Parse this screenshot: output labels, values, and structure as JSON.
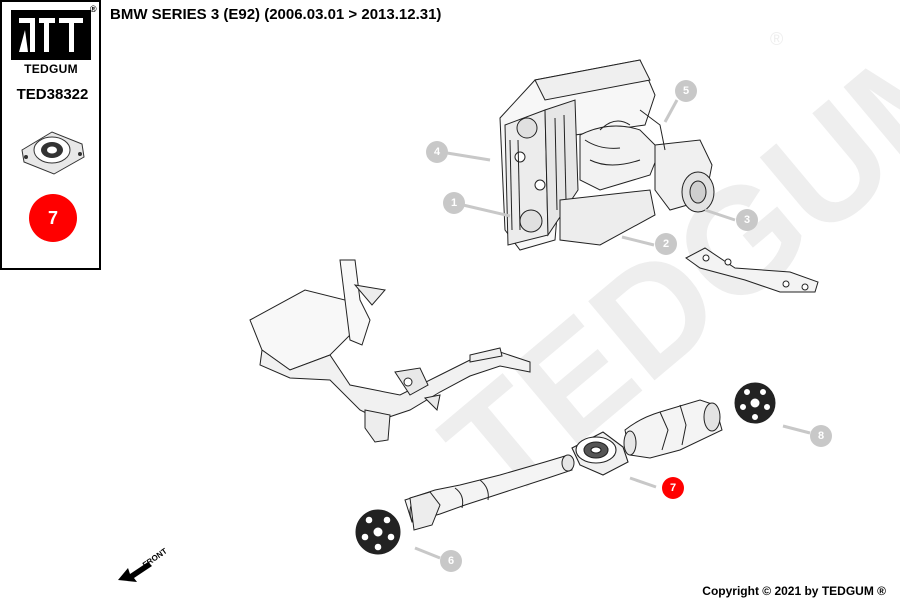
{
  "brand": {
    "name": "TEDGUM",
    "registered": "®"
  },
  "part": {
    "number": "TED38322"
  },
  "vehicle": {
    "title": "BMW SERIES 3 (E92)  (2006.03.01 > 2013.12.31)"
  },
  "highlight": {
    "number": "7",
    "color": "#ff0000"
  },
  "callouts": [
    {
      "number": "1",
      "active": false
    },
    {
      "number": "2",
      "active": false
    },
    {
      "number": "3",
      "active": false
    },
    {
      "number": "4",
      "active": false
    },
    {
      "number": "5",
      "active": false
    },
    {
      "number": "6",
      "active": false
    },
    {
      "number": "7",
      "active": true
    },
    {
      "number": "8",
      "active": false
    }
  ],
  "watermark": {
    "text": "TEDGUM"
  },
  "front_indicator": {
    "label": "FRONT"
  },
  "copyright": "Copyright © 2021 by TEDGUM ®",
  "colors": {
    "callout_inactive": "#c8c8c8",
    "callout_active": "#ff0000",
    "watermark": "#eeeeee"
  }
}
